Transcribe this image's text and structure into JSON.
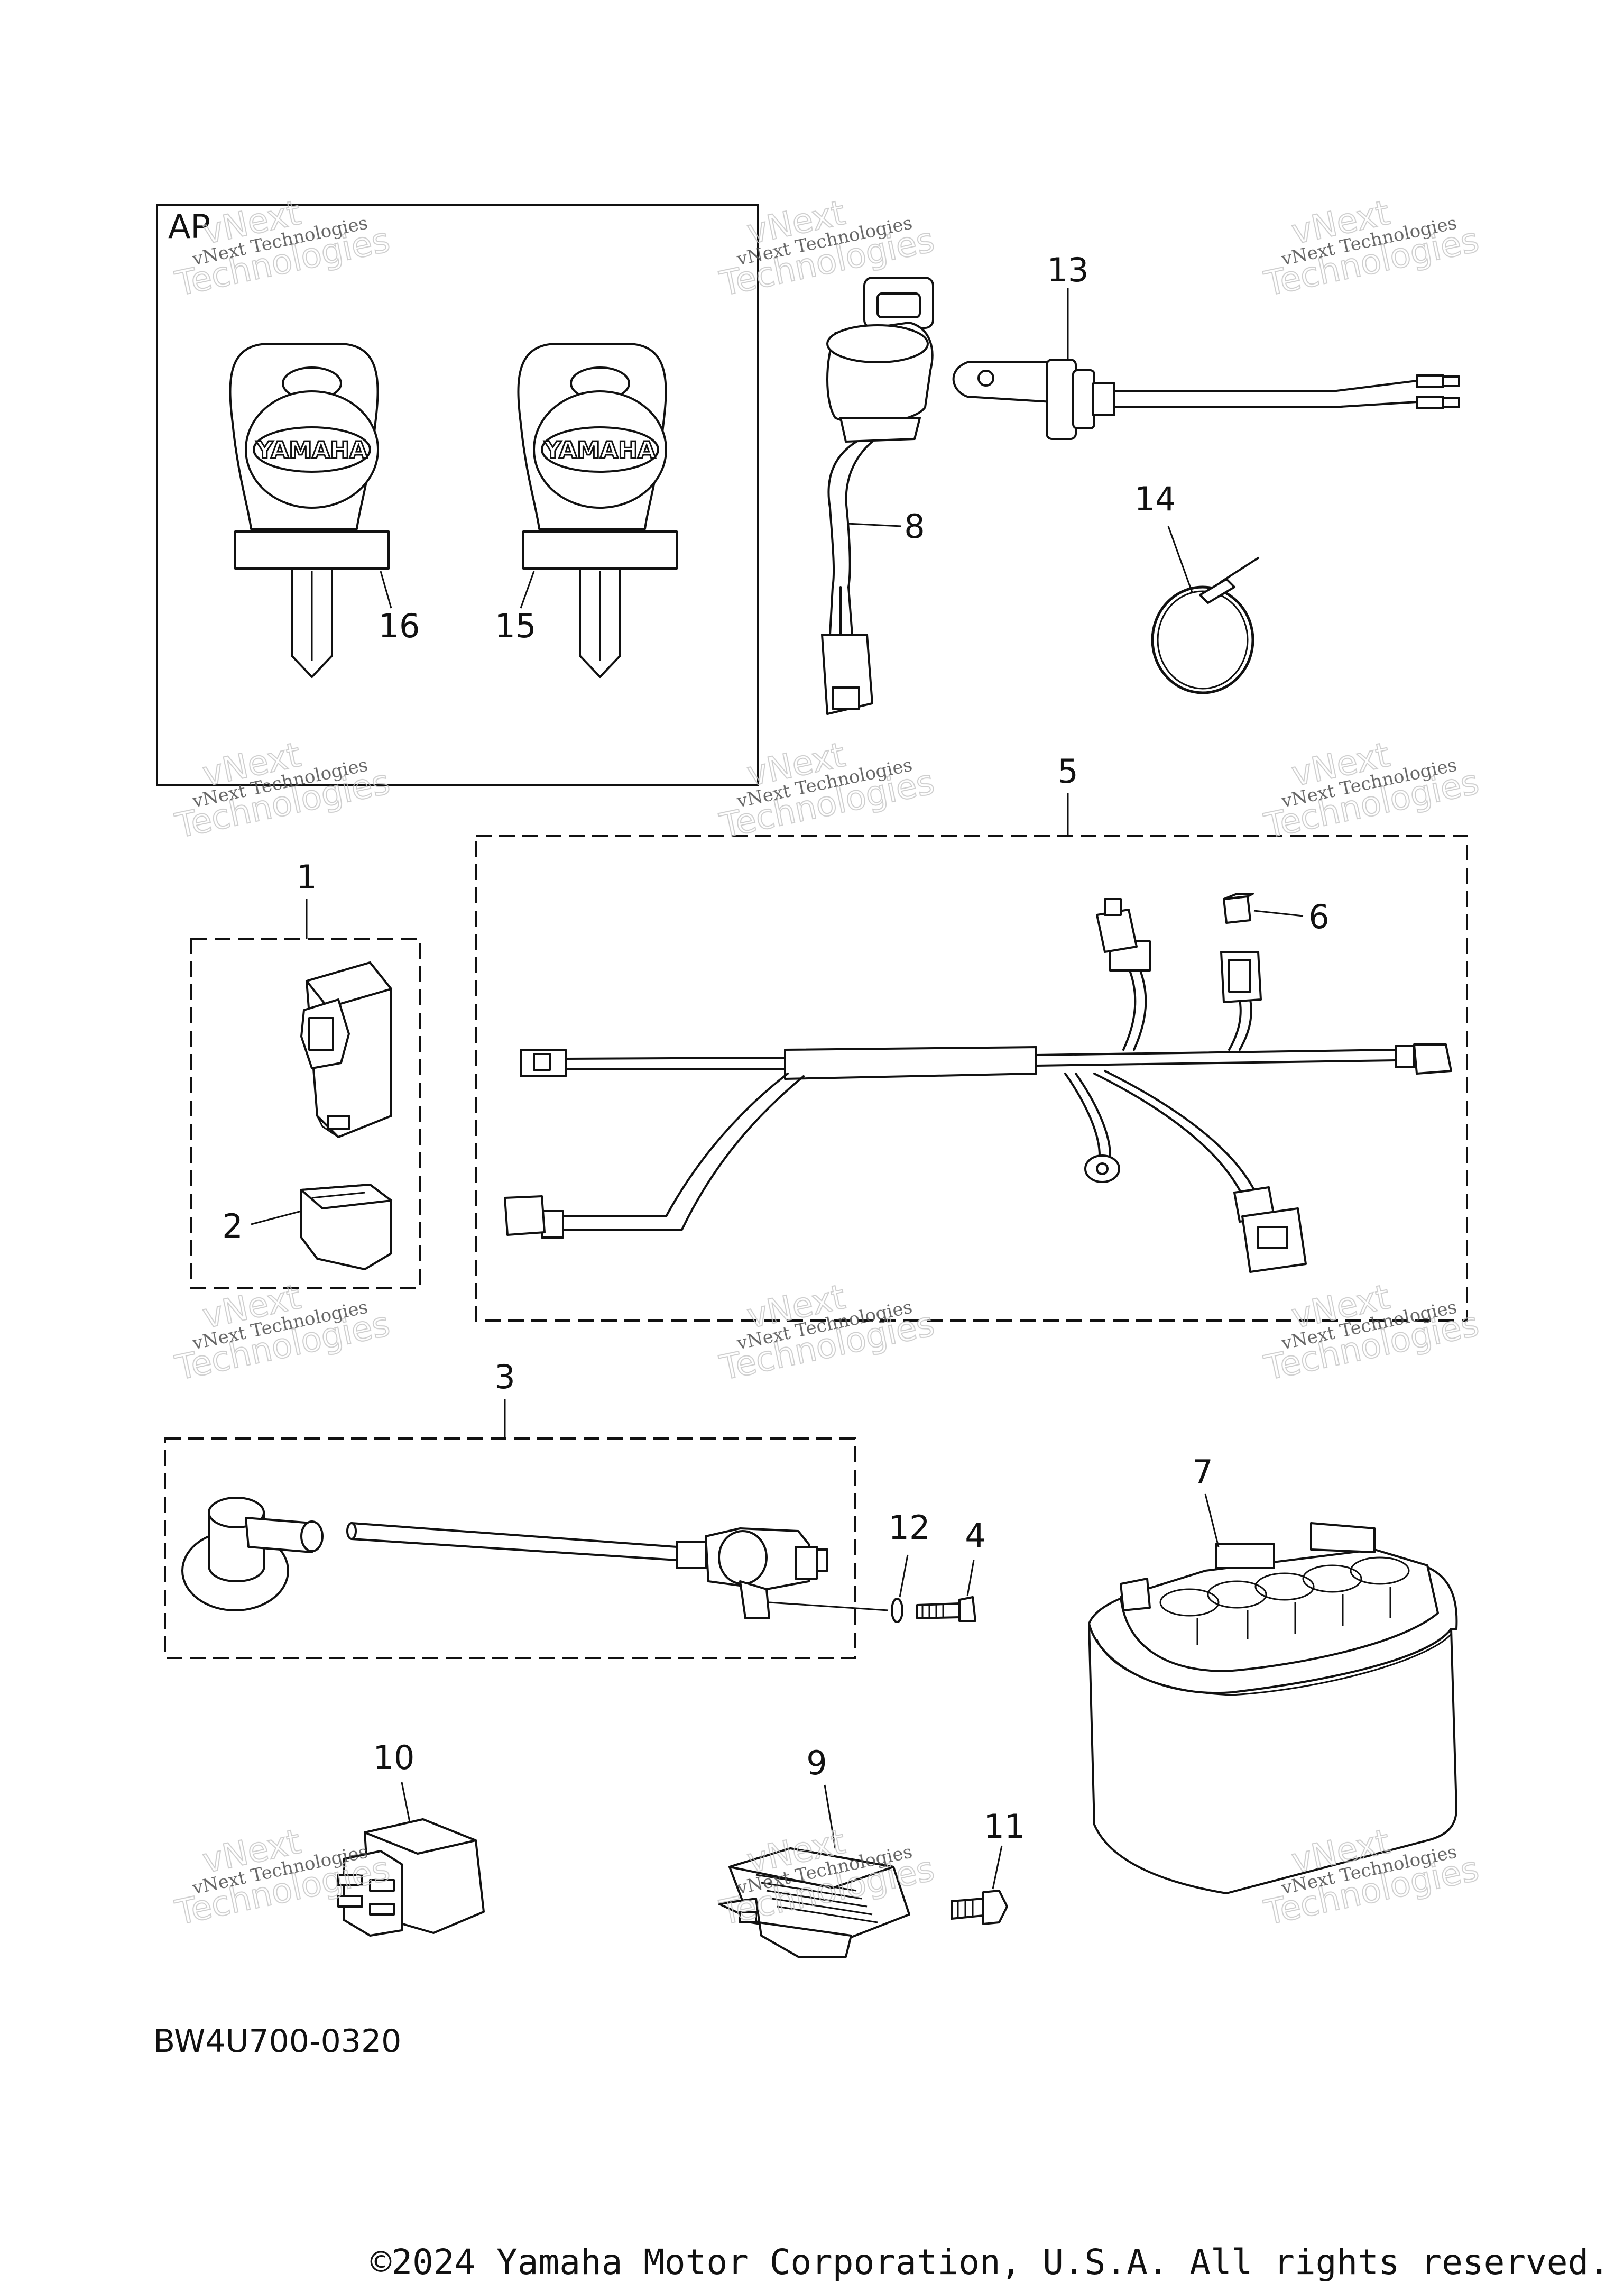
{
  "diagram": {
    "inset_label": "AP",
    "brand_logo": "YAMAHA",
    "callouts": {
      "c1": "1",
      "c2": "2",
      "c3": "3",
      "c4": "4",
      "c5": "5",
      "c6": "6",
      "c7": "7",
      "c8": "8",
      "c9": "9",
      "c10": "10",
      "c11": "11",
      "c12": "12",
      "c13": "13",
      "c14": "14",
      "c15": "15",
      "c16": "16"
    },
    "diagram_code": "BW4U700-0320",
    "copyright": "©2024 Yamaha Motor Corporation, U.S.A. All rights reserved.",
    "watermark": {
      "line1": "vNext Technologies",
      "line2": "vNext",
      "line3": "Technologies"
    }
  }
}
